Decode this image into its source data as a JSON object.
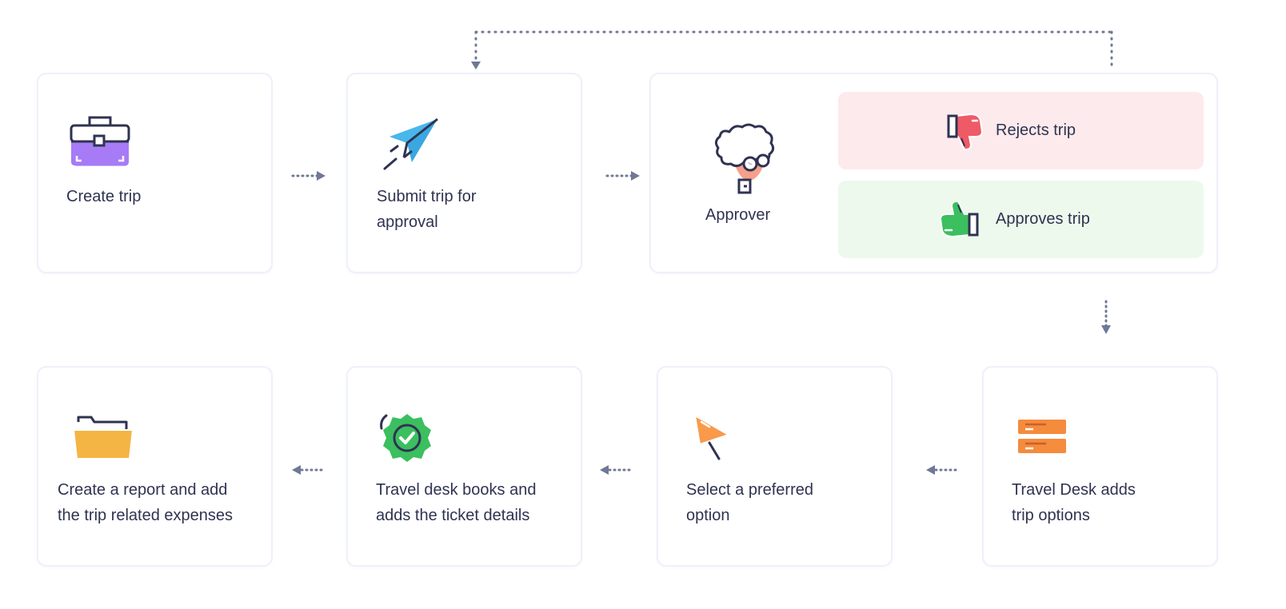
{
  "steps": {
    "create_trip": "Create trip",
    "submit_trip": "Submit trip for\napproval",
    "approver": "Approver",
    "rejects": "Rejects trip",
    "approves": "Approves trip",
    "travel_desk_adds": "Travel Desk adds\ntrip options",
    "select_option": "Select a preferred\noption",
    "desk_books": "Travel desk books and\nadds the ticket details",
    "create_report": "Create a report and add\nthe trip related expenses"
  },
  "icons": {
    "create_trip": "briefcase-icon",
    "submit_trip": "paper-plane-icon",
    "approver": "approver-avatar-icon",
    "rejects": "thumbs-down-icon",
    "approves": "thumbs-up-icon",
    "travel_desk_adds": "options-list-icon",
    "select_option": "flag-pointer-icon",
    "desk_books": "check-badge-icon",
    "create_report": "folder-icon"
  },
  "colors": {
    "reject_panel": "#fdeaec",
    "approve_panel": "#edf9ec",
    "connector": "#6f7896",
    "text": "#2f3351"
  }
}
